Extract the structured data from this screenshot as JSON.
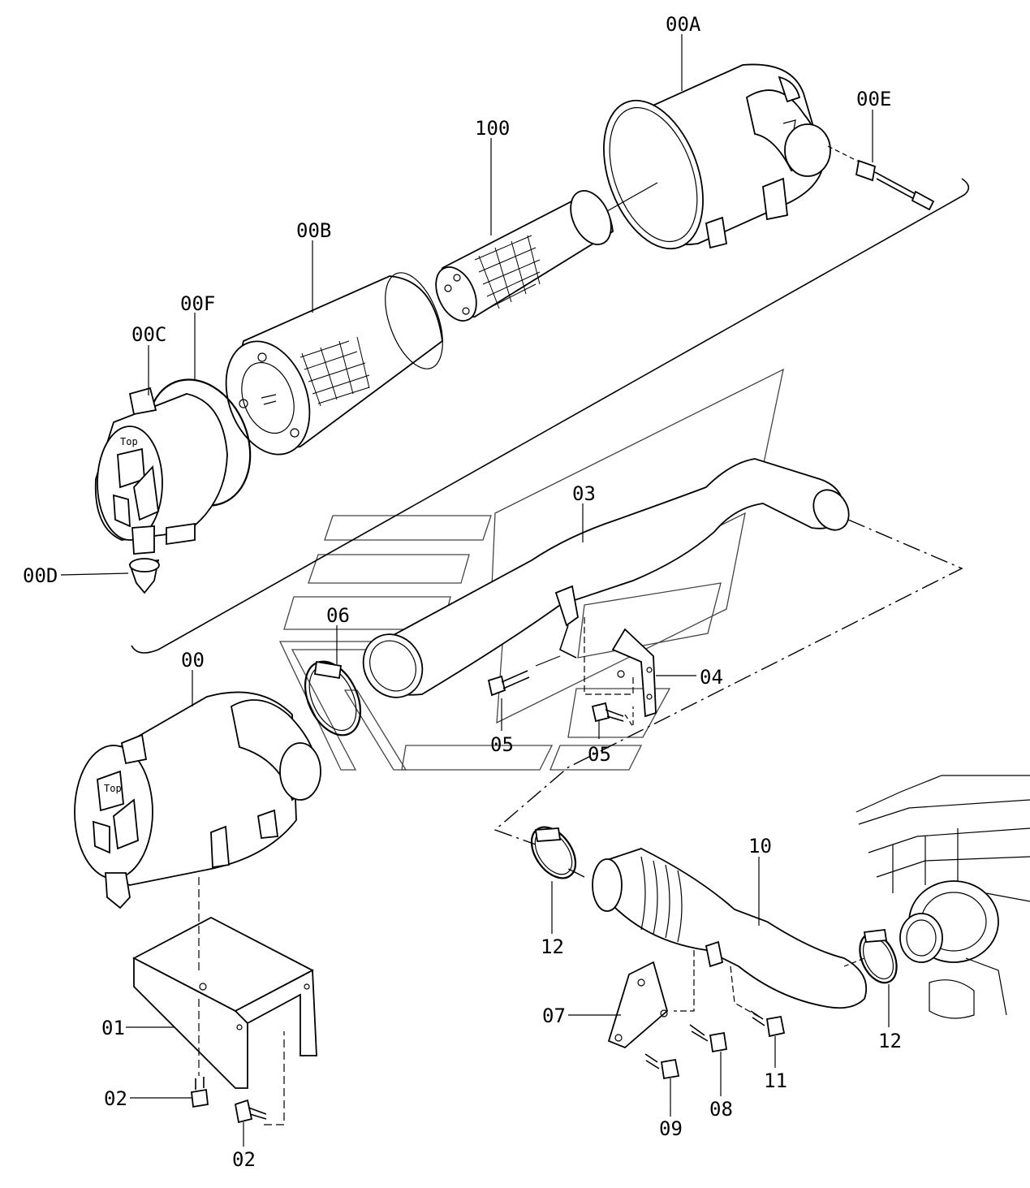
{
  "labels": {
    "p00A": "00A",
    "p00E": "00E",
    "p100": "100",
    "p00B": "00B",
    "p00F": "00F",
    "p00C": "00C",
    "p00D": "00D",
    "p03": "03",
    "p06": "06",
    "p00": "00",
    "p04": "04",
    "p05a": "05",
    "p05b": "05",
    "p10": "10",
    "p12a": "12",
    "p12b": "12",
    "p07": "07",
    "p01": "01",
    "p02a": "02",
    "p02b": "02",
    "p08": "08",
    "p09": "09",
    "p11": "11",
    "top_a": "Top",
    "top_b": "Top"
  }
}
